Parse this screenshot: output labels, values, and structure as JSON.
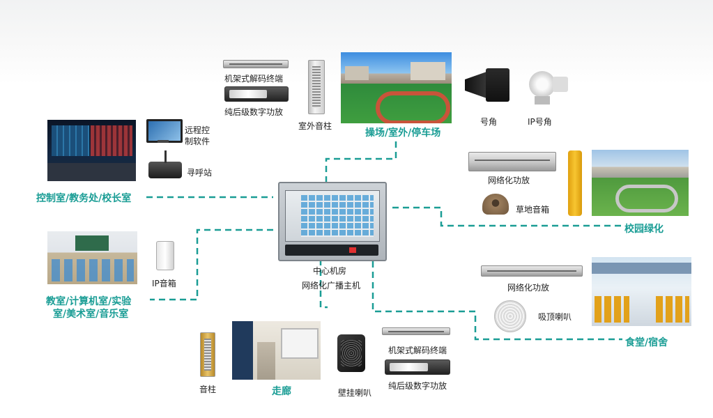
{
  "center": {
    "line1": "中心机房",
    "line2": "网络化广播主机"
  },
  "zones": {
    "control": "控制室/教务处/校长室",
    "playground": "操场/室外/停车场",
    "garden": "校园绿化",
    "classroom_l1": "教室/计算机室/实验",
    "classroom_l2": "室/美术室/音乐室",
    "canteen": "食堂/宿舍",
    "corridor": "走廊"
  },
  "devices": {
    "remote_l1": "远程控",
    "remote_l2": "制软件",
    "paging": "寻呼站",
    "rack_decoder_top": "机架式解码终端",
    "pure_amp_top": "纯后级数字功放",
    "outdoor_column": "室外音柱",
    "horn": "号角",
    "ip_horn": "IP号角",
    "net_amp_garden": "网络化功放",
    "lawn_speaker": "草地音箱",
    "ip_speaker": "IP音箱",
    "net_amp_canteen": "网络化功放",
    "ceiling_speaker": "吸顶喇叭",
    "column_speaker": "音柱",
    "wall_speaker": "壁挂喇叭",
    "rack_decoder_bottom": "机架式解码终端",
    "pure_amp_bottom": "纯后级数字功放"
  },
  "colors": {
    "accent": "#1a9d95",
    "line": "#1a9d95"
  }
}
